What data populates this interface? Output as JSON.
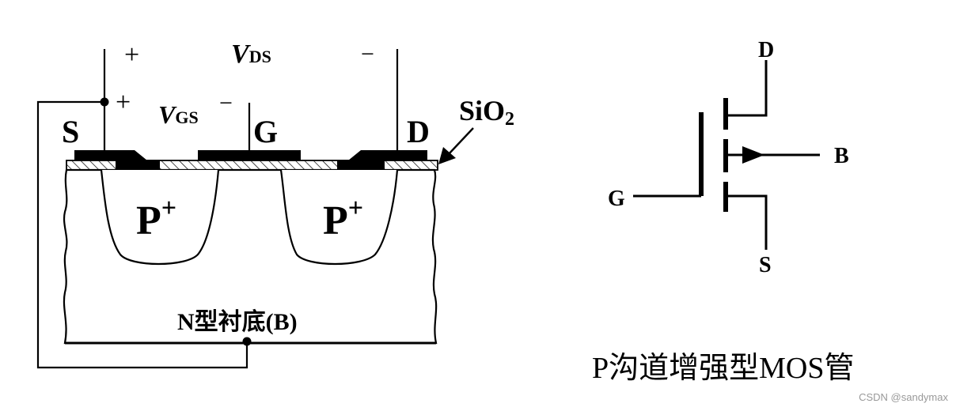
{
  "cross_section": {
    "vds_v": "V",
    "vds_sub": "DS",
    "vds_plus": "+",
    "vds_minus": "−",
    "vgs_v": "V",
    "vgs_sub": "GS",
    "vgs_plus": "+",
    "vgs_minus": "−",
    "terminal_s": "S",
    "terminal_g": "G",
    "terminal_d": "D",
    "oxide_main": "SiO",
    "oxide_sub": "2",
    "well_left_main": "P",
    "well_left_sup": "+",
    "well_right_main": "P",
    "well_right_sup": "+",
    "substrate_label": "N型衬底(B)"
  },
  "symbol": {
    "drain": "D",
    "gate": "G",
    "body": "B",
    "source": "S"
  },
  "caption": "P沟道增强型MOS管",
  "watermark": "CSDN @sandymax",
  "colors": {
    "ink": "#000000",
    "background": "#ffffff",
    "watermark": "#999999"
  }
}
